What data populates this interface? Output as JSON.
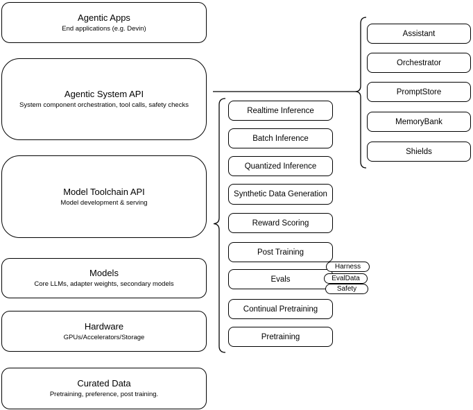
{
  "colors": {
    "stroke": "#000000",
    "box_fill": "#ffffff",
    "background": "#ffffff"
  },
  "left_stack": {
    "boxes": [
      {
        "title": "Agentic Apps",
        "subtitle": "End applications (e.g. Devin)"
      },
      {
        "title": "Agentic System API",
        "subtitle": "System component orchestration, tool calls, safety checks"
      },
      {
        "title": "Model Toolchain API",
        "subtitle": "Model development & serving"
      },
      {
        "title": "Models",
        "subtitle": "Core LLMs, adapter weights, secondary models"
      },
      {
        "title": "Hardware",
        "subtitle": "GPUs/Accelerators/Storage"
      },
      {
        "title": "Curated Data",
        "subtitle": "Pretraining, preference, post training."
      }
    ]
  },
  "toolchain_stack": {
    "boxes": [
      "Realtime Inference",
      "Batch Inference",
      "Quantized Inference",
      "Synthetic Data Generation",
      "Reward Scoring",
      "Post Training",
      "Evals",
      "Continual Pretraining",
      "Pretraining"
    ],
    "eval_tags": [
      "Harness",
      "EvalData",
      "Safety"
    ]
  },
  "system_stack": {
    "boxes": [
      "Assistant",
      "Orchestrator",
      "PromptStore",
      "MemoryBank",
      "Shields"
    ]
  }
}
